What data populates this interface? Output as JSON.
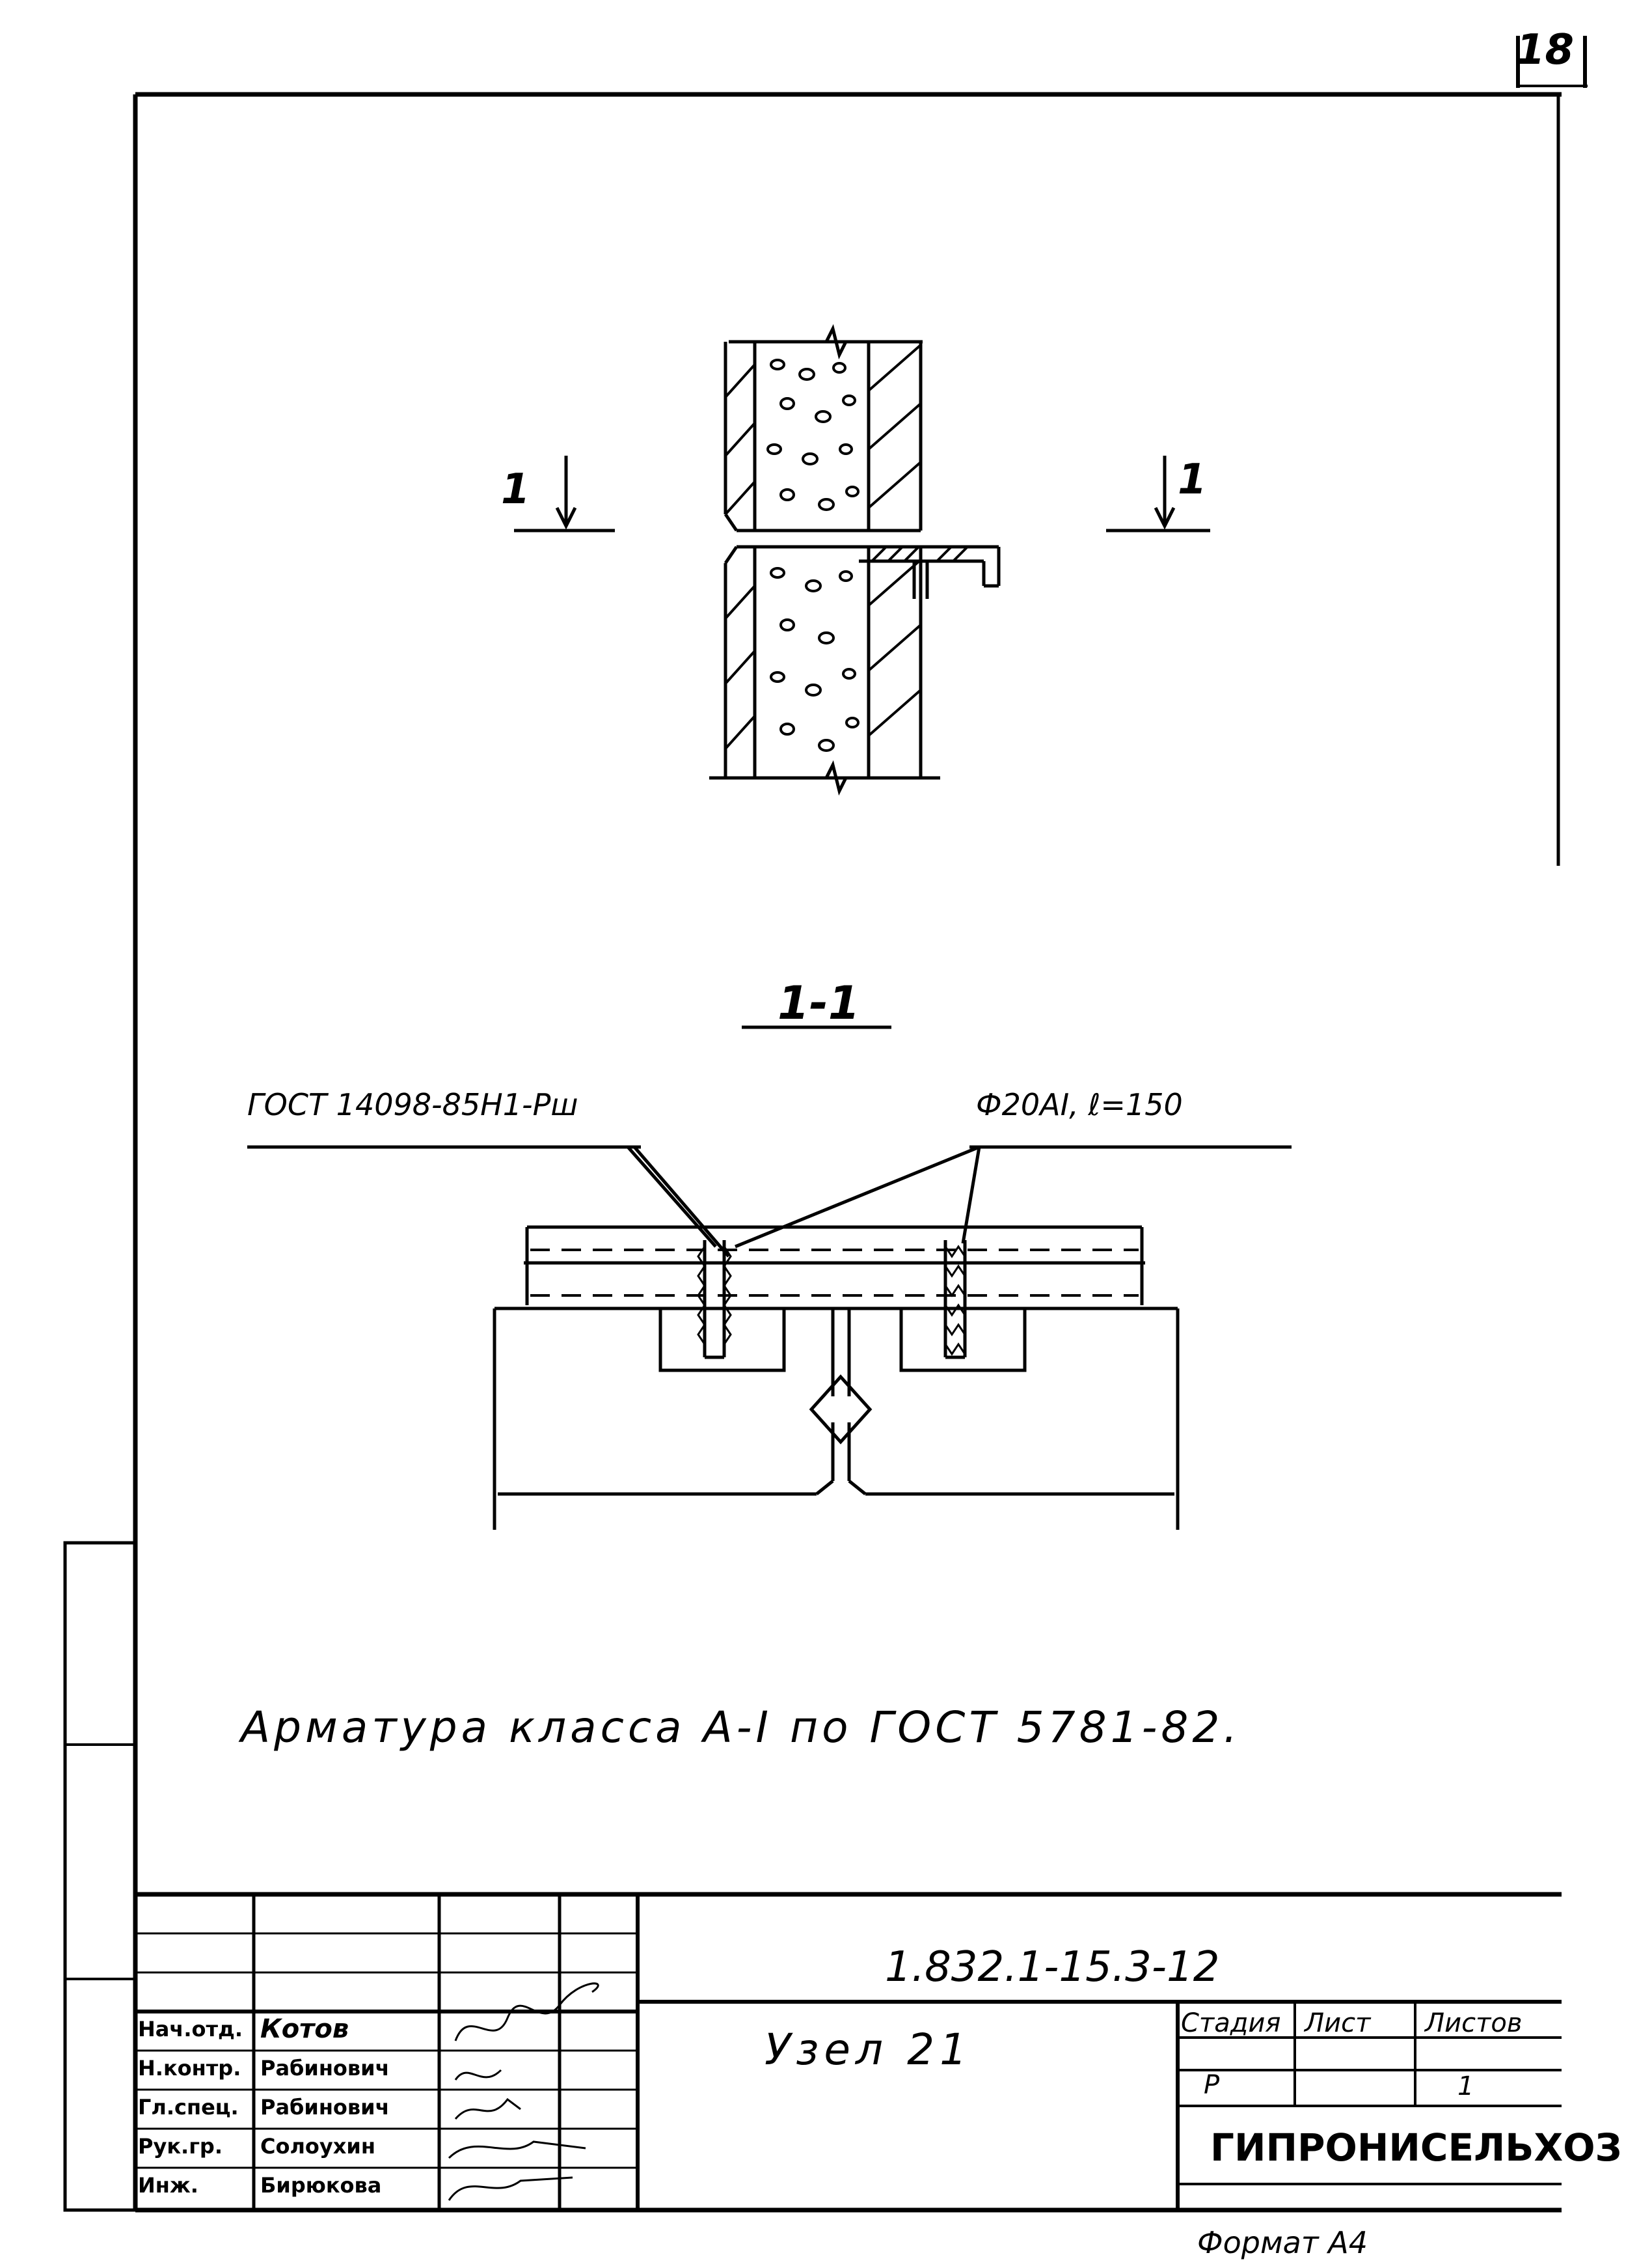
{
  "sheet_number": "18",
  "section_mark": {
    "left": "1",
    "right": "1"
  },
  "section_title": "1-1",
  "callouts": {
    "washer": "ГОСТ 14098-85Н1-Рш",
    "rebar": "Ф20АI, ℓ=150"
  },
  "note": "Арматура класса А-I по ГОСТ 5781-82.",
  "title_block": {
    "doc_code": "1.832.1-15.3-12",
    "sheet_title": "Узел 21",
    "headers": {
      "stage": "Стадия",
      "sheet": "Лист",
      "sheets": "Листов"
    },
    "stage_value": "Р",
    "sheets_value": "1",
    "organization": "ГИПРОНИСЕЛЬХОЗ",
    "format": "Формат А4",
    "signers": [
      {
        "role": "Нач.отд.",
        "name": "Котов"
      },
      {
        "role": "Н.контр.",
        "name": "Рабинович"
      },
      {
        "role": "Гл.спец.",
        "name": "Рабинович"
      },
      {
        "role": "Рук.гр.",
        "name": "Солоухин"
      },
      {
        "role": "Инж.",
        "name": "Бирюкова"
      }
    ]
  }
}
